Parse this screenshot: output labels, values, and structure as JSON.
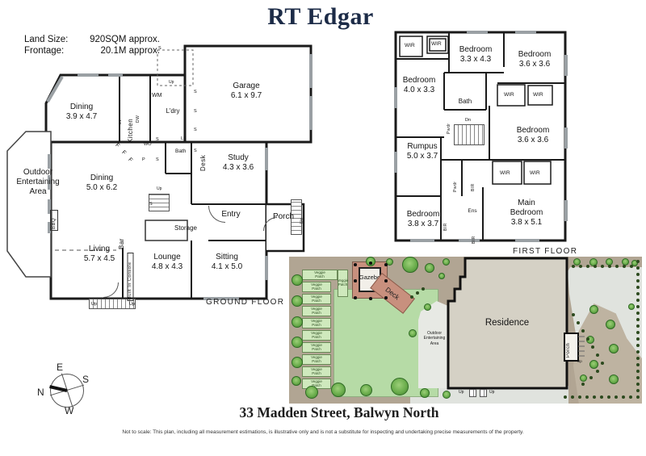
{
  "header": {
    "brand": "RT Edgar",
    "land_size_label": "Land Size:",
    "land_size_value": "920SQM approx.",
    "frontage_label": "Frontage:",
    "frontage_value": "20.1M approx."
  },
  "ground_floor": {
    "caption": "GROUND FLOOR",
    "dining1_name": "Dining",
    "dining1_dims": "3.9 x 4.7",
    "kitchen": "Kitchen",
    "wm": "WM",
    "ldry": "L'dry",
    "ov": "ov",
    "dw": "DW",
    "garage_name": "Garage",
    "garage_dims": "6.1 x 9.7",
    "study_name": "Study",
    "study_dims": "4.3 x 3.6",
    "desk": "Desk",
    "bath": "Bath",
    "ls": "LS",
    "wo": "WO",
    "p": "P",
    "s": "S",
    "f": "F",
    "outdoor1": "Outdoor",
    "outdoor2": "Entertaining",
    "outdoor3": "Area",
    "bbq": "BBQ",
    "dining2_name": "Dining",
    "dining2_dims": "5.0 x 6.2",
    "storage": "Storage",
    "entry": "Entry",
    "porch": "Porch",
    "up": "Up",
    "living_name": "Living",
    "living_dims": "5.7 x 4.5",
    "bar": "Bar",
    "console": "Built In Console",
    "lounge_name": "Lounge",
    "lounge_dims": "4.8 x 4.3",
    "sitting_name": "Sitting",
    "sitting_dims": "4.1 x 5.0"
  },
  "first_floor": {
    "caption": "FIRST FLOOR",
    "wir": "WIR",
    "bir": "BIR",
    "pwdr": "Pwdr",
    "dn": "Dn",
    "bed1_name": "Bedroom",
    "bed1_dims": "3.3 x 4.3",
    "bed2_name": "Bedroom",
    "bed2_dims": "3.6 x 3.6",
    "bed3_name": "Bedroom",
    "bed3_dims": "4.0 x 3.3",
    "bath": "Bath",
    "rumpus_name": "Rumpus",
    "rumpus_dims": "5.0 x 3.7",
    "bed4_name": "Bedroom",
    "bed4_dims": "3.6 x 3.6",
    "bed5_name": "Bedroom",
    "bed5_dims": "3.8 x 3.7",
    "ens": "Ens",
    "main_name1": "Main",
    "main_name2": "Bedroom",
    "main_dims": "3.8 x 5.1"
  },
  "site_plan": {
    "gazebo": "Gazebo",
    "deck": "Deck",
    "veggie1": "Veggie",
    "veggie2": "Patch",
    "outdoor1": "Outdoor",
    "outdoor2": "Entertaining",
    "outdoor3": "Area",
    "residence": "Residence",
    "porch": "Porch",
    "up": "Up"
  },
  "compass": {
    "n": "N",
    "e": "E",
    "s": "S",
    "w": "W"
  },
  "footer": {
    "address": "33 Madden Street, Balwyn North",
    "disclaimer": "Not to scale: This plan, including all measurement estimations, is illustrative only and is not a substitute for inspecting and undertaking precise measurements of the property."
  },
  "colors": {
    "brand_navy": "#1c2b47",
    "wall_black": "#1a1a1a",
    "window_gray": "#9aa0a4",
    "site_base_tan": "#b1a593",
    "lawn_green": "#b6dba6",
    "veggie_green": "#cfe9bd",
    "deck_salmon": "#c8907e",
    "path_gray": "#e2e5e0",
    "residence_fill": "#d5d1c5",
    "garden_bed_tan": "#beb3a1",
    "tree_green": "#6aad4c",
    "shrub_dark": "#2c4a1e"
  }
}
